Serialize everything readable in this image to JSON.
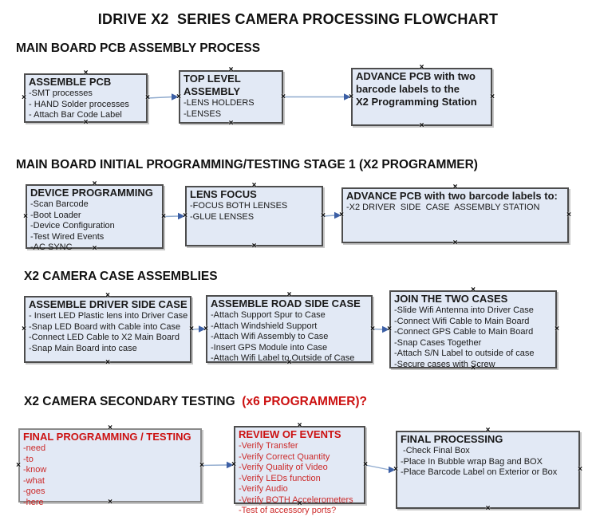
{
  "title": "IDRIVE X2  SERIES CAMERA PROCESSING FLOWCHART",
  "colors": {
    "box_fill": "#e2e9f5",
    "box_border": "#4d4d4d",
    "box_border_alt": "#8a8a8a",
    "red_text": "#cc1111",
    "red_item_text": "#cc2a2a",
    "arrow_line": "#8ea9cd",
    "arrow_head": "#3c5fa5",
    "handle_glyph": "×"
  },
  "sections": [
    {
      "header": "MAIN BOARD PCB ASSEMBLY PROCESS",
      "header_suffix": "",
      "boxes": [
        {
          "name": "assemble-pcb",
          "title": "ASSEMBLE PCB",
          "items": [
            "-SMT processes",
            "- HAND Solder processes",
            "- Attach Bar Code Label"
          ]
        },
        {
          "name": "top-level-assembly",
          "title": "TOP LEVEL ASSEMBLY",
          "items": [
            "-LENS HOLDERS",
            "-LENSES"
          ]
        },
        {
          "name": "advance-pcb-to-programming-station",
          "title": "ADVANCE PCB with two\nbarcode labels to the\n X2 Programming Station",
          "items": []
        }
      ]
    },
    {
      "header": "MAIN BOARD INITIAL PROGRAMMING/TESTING STAGE 1 (X2 PROGRAMMER)",
      "header_suffix": "",
      "boxes": [
        {
          "name": "device-programming",
          "title": "DEVICE PROGRAMMING",
          "items": [
            "-Scan Barcode",
            "-Boot Loader",
            "-Device Configuration",
            "-Test Wired Events",
            "-AC SYNC"
          ]
        },
        {
          "name": "lens-focus",
          "title": "LENS FOCUS",
          "items": [
            "-FOCUS BOTH LENSES",
            "-GLUE LENSES"
          ]
        },
        {
          "name": "advance-pcb-to-driver-side-station",
          "title": "ADVANCE PCB with two barcode labels to:",
          "items": [
            "-X2 DRIVER  SIDE  CASE  ASSEMBLY STATION"
          ]
        }
      ]
    },
    {
      "header": "X2 CAMERA CASE ASSEMBLIES",
      "header_suffix": "",
      "boxes": [
        {
          "name": "assemble-driver-side-case",
          "title": "ASSEMBLE DRIVER SIDE CASE",
          "items": [
            "- Insert LED Plastic lens into Driver Case",
            "-Snap LED Board with Cable into Case",
            "-Connect LED Cable to X2 Main Board",
            "-Snap Main Board into case"
          ]
        },
        {
          "name": "assemble-road-side-case",
          "title": "ASSEMBLE ROAD SIDE CASE",
          "items": [
            "-Attach Support Spur to Case",
            "-Attach Windshield Support",
            "-Attach Wifi Assembly to Case",
            "-Insert GPS Module into Case",
            "-Attach Wifi Label to Outside of Case"
          ]
        },
        {
          "name": "join-the-two-cases",
          "title": "JOIN THE TWO CASES",
          "items": [
            "-Slide Wifi Antenna into Driver Case",
            "-Connect Wifi Cable to Main Board",
            "-Connect GPS Cable to Main Board",
            "-Snap Cases Together",
            "-Attach S/N Label to outside of case",
            "-Secure cases with Screw"
          ]
        }
      ]
    },
    {
      "header": "X2 CAMERA SECONDARY TESTING  ",
      "header_suffix": "(x6 PROGRAMMER)?",
      "boxes": [
        {
          "name": "final-programming-testing",
          "title": "FINAL PROGRAMMING / TESTING",
          "red": true,
          "alt_border": true,
          "items": [
            "-need",
            "-to",
            "-know",
            "-what",
            "-goes",
            "-here"
          ]
        },
        {
          "name": "review-of-events",
          "title": "REVIEW OF EVENTS",
          "red": true,
          "items": [
            "-Verify Transfer",
            "-Verify Correct Quantity",
            "-Verify Quality of Video",
            "-Verify LEDs function",
            "-Verify Audio",
            "-Verify BOTH Accelerometers",
            "-Test of accessory ports?"
          ]
        },
        {
          "name": "final-processing",
          "title": "FINAL PROCESSING",
          "items": [
            " -Check Final Box",
            "-Place In Bubble wrap Bag and BOX",
            "-Place Barcode Label on Exterior or Box"
          ]
        }
      ]
    }
  ]
}
